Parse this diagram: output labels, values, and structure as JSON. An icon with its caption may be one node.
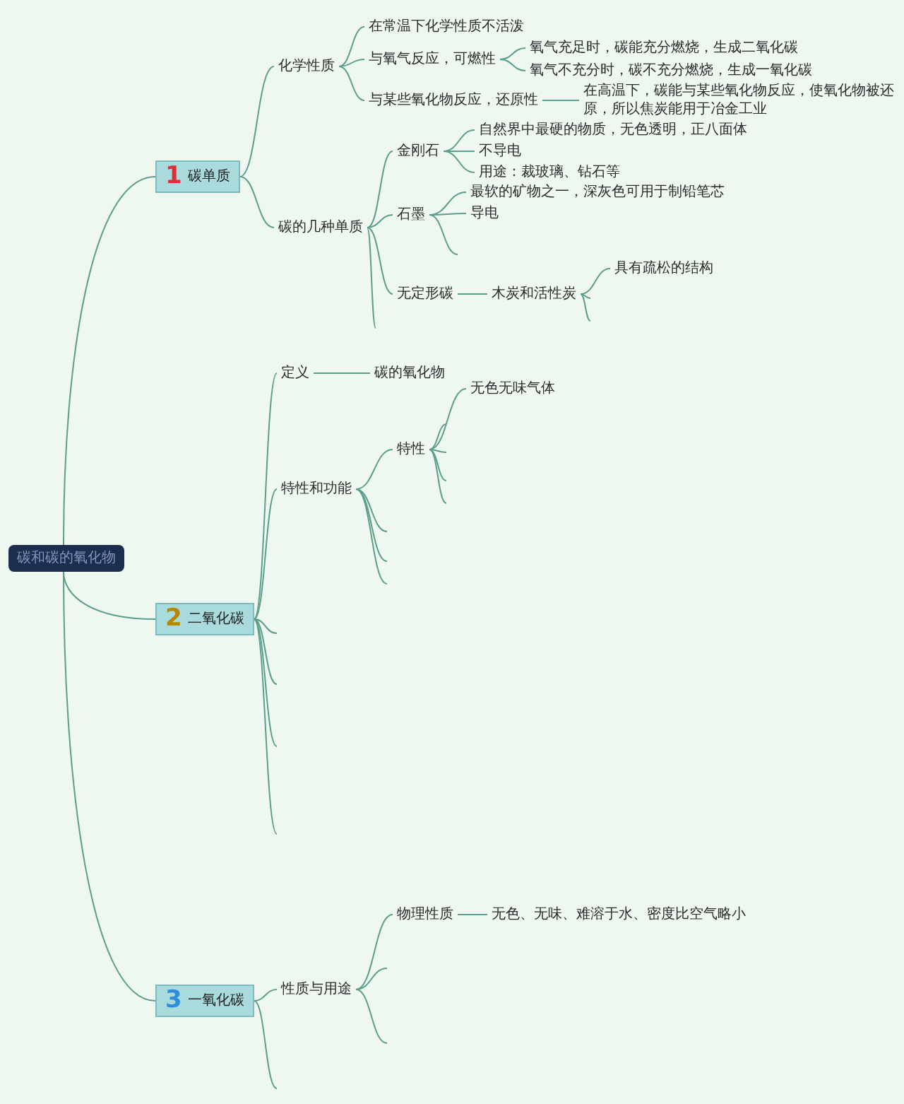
{
  "diagram": {
    "nodes": [
      {
        "text": [
          "碳和碳的氧化物"
        ]
      },
      {
        "text": [
          "1",
          "碳单质"
        ]
      },
      {
        "text": [
          "化学性质"
        ]
      },
      {
        "text": [
          "在常温下化学性质不活泼"
        ]
      },
      {
        "text": [
          "与氧气反应，可燃性"
        ]
      },
      {
        "text": [
          "氧气充足时，碳能充分燃烧，生成二氧化碳"
        ]
      },
      {
        "text": [
          "氧气不充分时，碳不充分燃烧，生成一氧化碳"
        ]
      },
      {
        "text": [
          "与某些氧化物反应，还原性"
        ]
      },
      {
        "text": [
          "在高温下，碳能与某些氧化物反应，使氧化物被还原，所以焦炭能用于冶金工业"
        ]
      },
      {
        "text": [
          "碳的几种单质"
        ]
      },
      {
        "text": [
          "金刚石"
        ]
      },
      {
        "text": [
          "自然界中最硬的物质，无色透明，正八面体"
        ]
      },
      {
        "text": [
          "不导电"
        ]
      },
      {
        "text": [
          "用途：裁玻璃、钻石等"
        ]
      },
      {
        "text": [
          "石墨"
        ]
      },
      {
        "text": [
          "最软的矿物之一，深灰色可用于制铅笔芯"
        ]
      },
      {
        "text": [
          "导电"
        ]
      },
      {
        "text": [
          "无定形碳"
        ]
      },
      {
        "text": [
          "木炭和活性炭"
        ]
      },
      {
        "text": [
          "具有疏松的结构"
        ]
      },
      {
        "text": [
          "2",
          "二氧化碳"
        ]
      },
      {
        "text": [
          "定义"
        ]
      },
      {
        "text": [
          "碳的氧化物"
        ]
      },
      {
        "text": [
          "特性和功能"
        ]
      },
      {
        "text": [
          "特性"
        ]
      },
      {
        "text": [
          "无色无味气体"
        ]
      },
      {
        "text": [
          "3",
          "一氧化碳"
        ]
      },
      {
        "text": [
          "性质与用途"
        ]
      },
      {
        "text": [
          "物理性质"
        ]
      },
      {
        "text": [
          "无色、无味、难溶于水、密度比空气略小"
        ]
      }
    ],
    "edges": [
      {
        "from": 0,
        "to": 1,
        "arrow": "none"
      },
      {
        "from": 0,
        "to": 20,
        "arrow": "none"
      },
      {
        "from": 0,
        "to": 26,
        "arrow": "none"
      },
      {
        "from": 1,
        "to": 2,
        "arrow": "none"
      },
      {
        "from": 1,
        "to": 9,
        "arrow": "none"
      },
      {
        "from": 2,
        "to": 3,
        "arrow": "none"
      },
      {
        "from": 2,
        "to": 4,
        "arrow": "none"
      },
      {
        "from": 2,
        "to": 7,
        "arrow": "none"
      },
      {
        "from": 4,
        "to": 5,
        "arrow": "none"
      },
      {
        "from": 4,
        "to": 6,
        "arrow": "none"
      },
      {
        "from": 7,
        "to": 8,
        "arrow": "none"
      },
      {
        "from": 9,
        "to": 10,
        "arrow": "none"
      },
      {
        "from": 9,
        "to": 14,
        "arrow": "none"
      },
      {
        "from": 9,
        "to": 17,
        "arrow": "none"
      },
      {
        "from": 9,
        "to": null,
        "arrow": "none"
      },
      {
        "from": 10,
        "to": 11,
        "arrow": "none"
      },
      {
        "from": 10,
        "to": 12,
        "arrow": "none"
      },
      {
        "from": 10,
        "to": 13,
        "arrow": "none"
      },
      {
        "from": 14,
        "to": 15,
        "arrow": "none"
      },
      {
        "from": 14,
        "to": 16,
        "arrow": "none"
      },
      {
        "from": 14,
        "to": null,
        "arrow": "none"
      },
      {
        "from": 17,
        "to": 18,
        "arrow": "none"
      },
      {
        "from": 18,
        "to": 19,
        "arrow": "none"
      },
      {
        "from": 18,
        "to": null,
        "arrow": "none"
      },
      {
        "from": 18,
        "to": null,
        "arrow": "none"
      },
      {
        "from": 20,
        "to": 21,
        "arrow": "none"
      },
      {
        "from": 20,
        "to": 23,
        "arrow": "none"
      },
      {
        "from": 20,
        "to": null,
        "arrow": "none"
      },
      {
        "from": 20,
        "to": null,
        "arrow": "none"
      },
      {
        "from": 20,
        "to": null,
        "arrow": "none"
      },
      {
        "from": 20,
        "to": null,
        "arrow": "none"
      },
      {
        "from": 21,
        "to": 22,
        "arrow": "none"
      },
      {
        "from": 23,
        "to": 24,
        "arrow": "none"
      },
      {
        "from": 23,
        "to": null,
        "arrow": "none"
      },
      {
        "from": 23,
        "to": null,
        "arrow": "none"
      },
      {
        "from": 23,
        "to": null,
        "arrow": "none"
      },
      {
        "from": 24,
        "to": 25,
        "arrow": "none"
      },
      {
        "from": 24,
        "to": null,
        "arrow": "none"
      },
      {
        "from": 24,
        "to": null,
        "arrow": "none"
      },
      {
        "from": 24,
        "to": null,
        "arrow": "none"
      },
      {
        "from": 24,
        "to": null,
        "arrow": "none"
      },
      {
        "from": 26,
        "to": 27,
        "arrow": "none"
      },
      {
        "from": 26,
        "to": null,
        "arrow": "none"
      },
      {
        "from": 27,
        "to": 28,
        "arrow": "none"
      },
      {
        "from": 27,
        "to": null,
        "arrow": "none"
      },
      {
        "from": 27,
        "to": null,
        "arrow": "none"
      },
      {
        "from": 28,
        "to": 29,
        "arrow": "none"
      }
    ]
  }
}
